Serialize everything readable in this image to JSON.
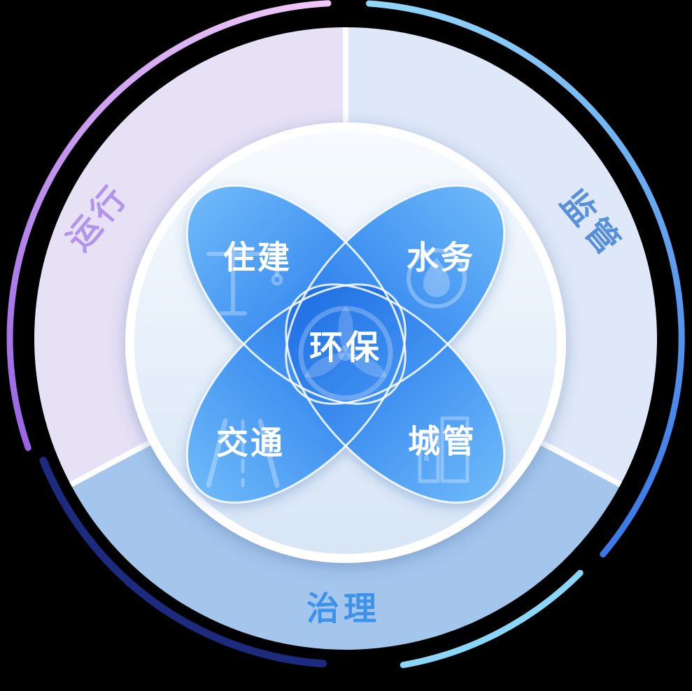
{
  "page": {
    "background": "#000000"
  },
  "wheel": {
    "center_label": "环保",
    "center_icon": "eco-fan-icon",
    "petals": [
      {
        "label": "住建",
        "position": "top-left",
        "icon": "tower-crane-icon"
      },
      {
        "label": "水务",
        "position": "top-right",
        "icon": "water-drop-icon"
      },
      {
        "label": "交通",
        "position": "bottom-left",
        "icon": "road-icon"
      },
      {
        "label": "城管",
        "position": "bottom-right",
        "icon": "city-buildings-icon"
      }
    ],
    "sectors": [
      {
        "label": "运行",
        "position": "top-left",
        "fill": "#e7e1f6",
        "label_color": "#b295e8"
      },
      {
        "label": "监管",
        "position": "top-right",
        "fill": "#dfe8f8",
        "label_color": "#5590d8"
      },
      {
        "label": "治理",
        "position": "bottom",
        "fill": "#a4c6ec",
        "label_color": "#3e92e9"
      }
    ],
    "colors": {
      "petal_light": "#6cb7f9",
      "petal_mid": "#4192f1",
      "petal_dark": "#2170e4",
      "arc_purple_start": "#f0c9f9",
      "arc_purple_end": "#9a64e6",
      "arc_blue_start": "#93d6f9",
      "arc_blue_end": "#3a79e8",
      "arc_navy": "#1c2b7d",
      "arc_cyan": "#8bd5f8",
      "disc_top": "#f7fbff",
      "disc_bottom": "#d7e5f6"
    }
  }
}
